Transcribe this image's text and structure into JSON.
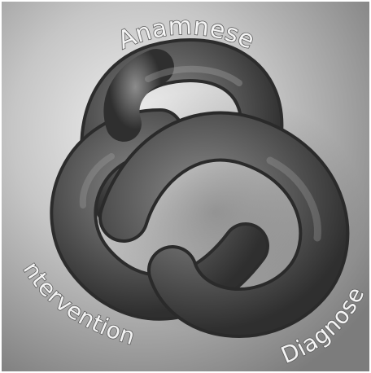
{
  "diagram": {
    "labels": {
      "top": "Anamnese",
      "left": "Intervention",
      "right": "Diagnose"
    },
    "colors": {
      "background_center": "#efefef",
      "background_edge": "#7f7f7f",
      "knot_light": "#8a8a8a",
      "knot_dark": "#333333",
      "label_fill": "#f4f4f4",
      "label_outline": "#5e5e5e"
    }
  }
}
